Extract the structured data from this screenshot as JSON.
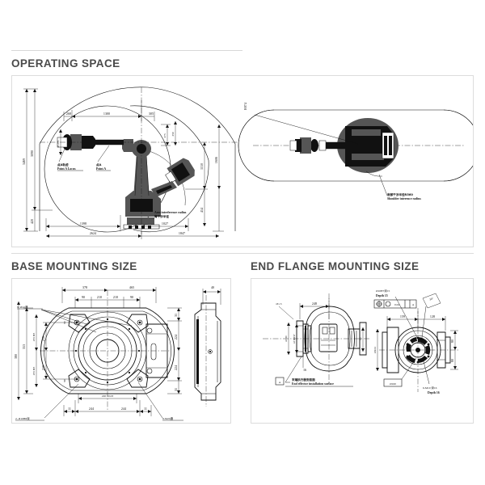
{
  "document": {
    "sections": [
      {
        "id": "operating",
        "title": "OPERATING SPACE"
      },
      {
        "id": "base",
        "title": "BASE MOUNTING SIZE"
      },
      {
        "id": "flange",
        "title": "END FLANGE MOUNTING SIZE"
      }
    ]
  },
  "operating_space": {
    "side_view": {
      "top_dims": [
        "268",
        "1300",
        "305"
      ],
      "left_dims": [
        "3469",
        "3090",
        "420"
      ],
      "right_dims": [
        "375",
        "350",
        "1150",
        "1606",
        "454"
      ],
      "bottom_dims": [
        "1398",
        "2624",
        "1027",
        "1847"
      ],
      "small_dims": [
        "Ø 270"
      ],
      "labels": [
        {
          "cn": "点A轨迹",
          "en": "Point A Locus"
        },
        {
          "cn": "点A",
          "en": "Point A"
        },
        {
          "cn": "臂干涉半径",
          "en": "Arm interference radius"
        }
      ]
    },
    "top_view": {
      "labels": [
        {
          "cn": "R874",
          "en": "R874"
        },
        {
          "cn": "肩部干涉半径R560",
          "en": "Shoulder interence radius"
        }
      ]
    }
  },
  "base_mounting": {
    "top_dims": [
      "378",
      "465"
    ],
    "top_sub_dims": [
      "90",
      "210",
      "210",
      "90"
    ],
    "left_dims": [
      "353",
      "255 H8",
      "210",
      "210",
      "255 H8",
      "380"
    ],
    "right_dims": [
      "31",
      "224",
      "224",
      "31"
    ],
    "bottom_dims": [
      "11",
      "244",
      "244",
      "11"
    ],
    "inner_dim": "220 ±0.03",
    "side_dim": "40",
    "notes": [
      {
        "text": "9- Ø22通",
        "position": "upper-left"
      },
      {
        "text": "2- Ø10H8深",
        "position": "lower-left"
      },
      {
        "text": "8-M20通",
        "position": "lower-right"
      }
    ],
    "small_dims": [
      "90",
      "90"
    ]
  },
  "end_flange": {
    "front_view": {
      "dims": [
        "Ø1.5",
        "248",
        "Ø 90",
        "Ø 60H7",
        "16",
        "81"
      ],
      "datum": "A",
      "label": {
        "cn": "末端执行器安装面",
        "en": "End effector installation surface"
      }
    },
    "flange_view": {
      "callout_top": {
        "cn": "Ø10H7深15",
        "en": "Depth 15"
      },
      "fcf": {
        "tolerance": "0.04",
        "datum": "A"
      },
      "angle": "30°",
      "dims": [
        "159",
        "128",
        "Ø224",
        "Ø160",
        "80",
        "80"
      ],
      "callout_bottom": {
        "cn": "6-M10 深16",
        "en": "Depth 16"
      }
    }
  },
  "colors": {
    "title": "#4a4a4a",
    "panel_border": "#dcdcdc",
    "line": "#111111",
    "background": "#ffffff"
  }
}
